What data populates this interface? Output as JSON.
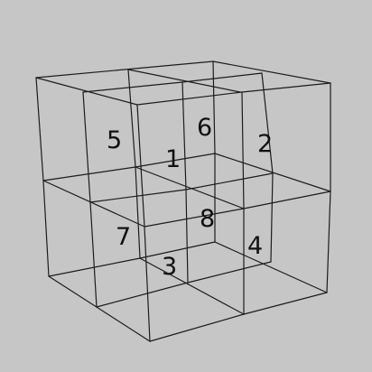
{
  "diagram": {
    "kind": "wireframe 2x2x2 cube with numbered sub-cubes",
    "colors": {
      "background": "#c6c6c6",
      "line": "#1c1c1c",
      "label": "#111111"
    },
    "cells": [
      {
        "id": "cell-1",
        "label": "1"
      },
      {
        "id": "cell-2",
        "label": "2"
      },
      {
        "id": "cell-3",
        "label": "3"
      },
      {
        "id": "cell-4",
        "label": "4"
      },
      {
        "id": "cell-5",
        "label": "5"
      },
      {
        "id": "cell-6",
        "label": "6"
      },
      {
        "id": "cell-7",
        "label": "7"
      },
      {
        "id": "cell-8",
        "label": "8"
      }
    ]
  }
}
